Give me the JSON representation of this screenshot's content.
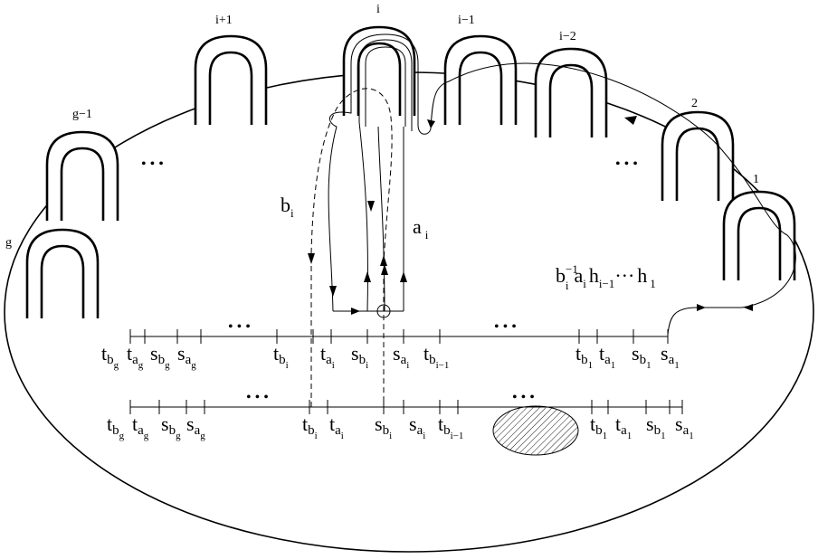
{
  "handles": [
    {
      "id": "g",
      "label": "g"
    },
    {
      "id": "g-1",
      "label": "g−1"
    },
    {
      "id": "i+1",
      "label": "i+1"
    },
    {
      "id": "i",
      "label": "i"
    },
    {
      "id": "i-1",
      "label": "i−1"
    },
    {
      "id": "i-2",
      "label": "i−2"
    },
    {
      "id": "2",
      "label": "2"
    },
    {
      "id": "1",
      "label": "1"
    }
  ],
  "curve_labels": {
    "b": {
      "base": "b",
      "sub": "i"
    },
    "a": {
      "base": "a",
      "sub": "i"
    }
  },
  "word": {
    "b": "b",
    "b_sub": "i",
    "b_sup": "−1",
    "a": "a",
    "a_sub": "i",
    "h1": "h",
    "h1_sub": "i−1",
    "dots": "···",
    "h2": "h",
    "h2_sub": "1"
  },
  "ellipsis": "• • •",
  "upper_labels": [
    {
      "b": "t",
      "s": "b",
      "ss": "g"
    },
    {
      "b": "t",
      "s": "a",
      "ss": "g"
    },
    {
      "b": "s",
      "s": "b",
      "ss": "g"
    },
    {
      "b": "s",
      "s": "a",
      "ss": "g"
    },
    {
      "b": "t",
      "s": "b",
      "ss": "i"
    },
    {
      "b": "t",
      "s": "a",
      "ss": "i"
    },
    {
      "b": "s",
      "s": "b",
      "ss": "i"
    },
    {
      "b": "s",
      "s": "a",
      "ss": "i"
    },
    {
      "b": "t",
      "s": "b",
      "ss": "i−1"
    },
    {
      "b": "t",
      "s": "b",
      "ss": "1"
    },
    {
      "b": "t",
      "s": "a",
      "ss": "1"
    },
    {
      "b": "s",
      "s": "b",
      "ss": "1"
    },
    {
      "b": "s",
      "s": "a",
      "ss": "1"
    }
  ],
  "lower_labels": [
    {
      "b": "t",
      "s": "b",
      "ss": "g"
    },
    {
      "b": "t",
      "s": "a",
      "ss": "g"
    },
    {
      "b": "s",
      "s": "b",
      "ss": "g"
    },
    {
      "b": "s",
      "s": "a",
      "ss": "g"
    },
    {
      "b": "t",
      "s": "b",
      "ss": "i"
    },
    {
      "b": "t",
      "s": "a",
      "ss": "i"
    },
    {
      "b": "s",
      "s": "b",
      "ss": "i"
    },
    {
      "b": "s",
      "s": "a",
      "ss": "i"
    },
    {
      "b": "t",
      "s": "b",
      "ss": "i−1"
    },
    {
      "b": "t",
      "s": "b",
      "ss": "1"
    },
    {
      "b": "t",
      "s": "a",
      "ss": "1"
    },
    {
      "b": "s",
      "s": "b",
      "ss": "1"
    },
    {
      "b": "s",
      "s": "a",
      "ss": "1"
    }
  ]
}
